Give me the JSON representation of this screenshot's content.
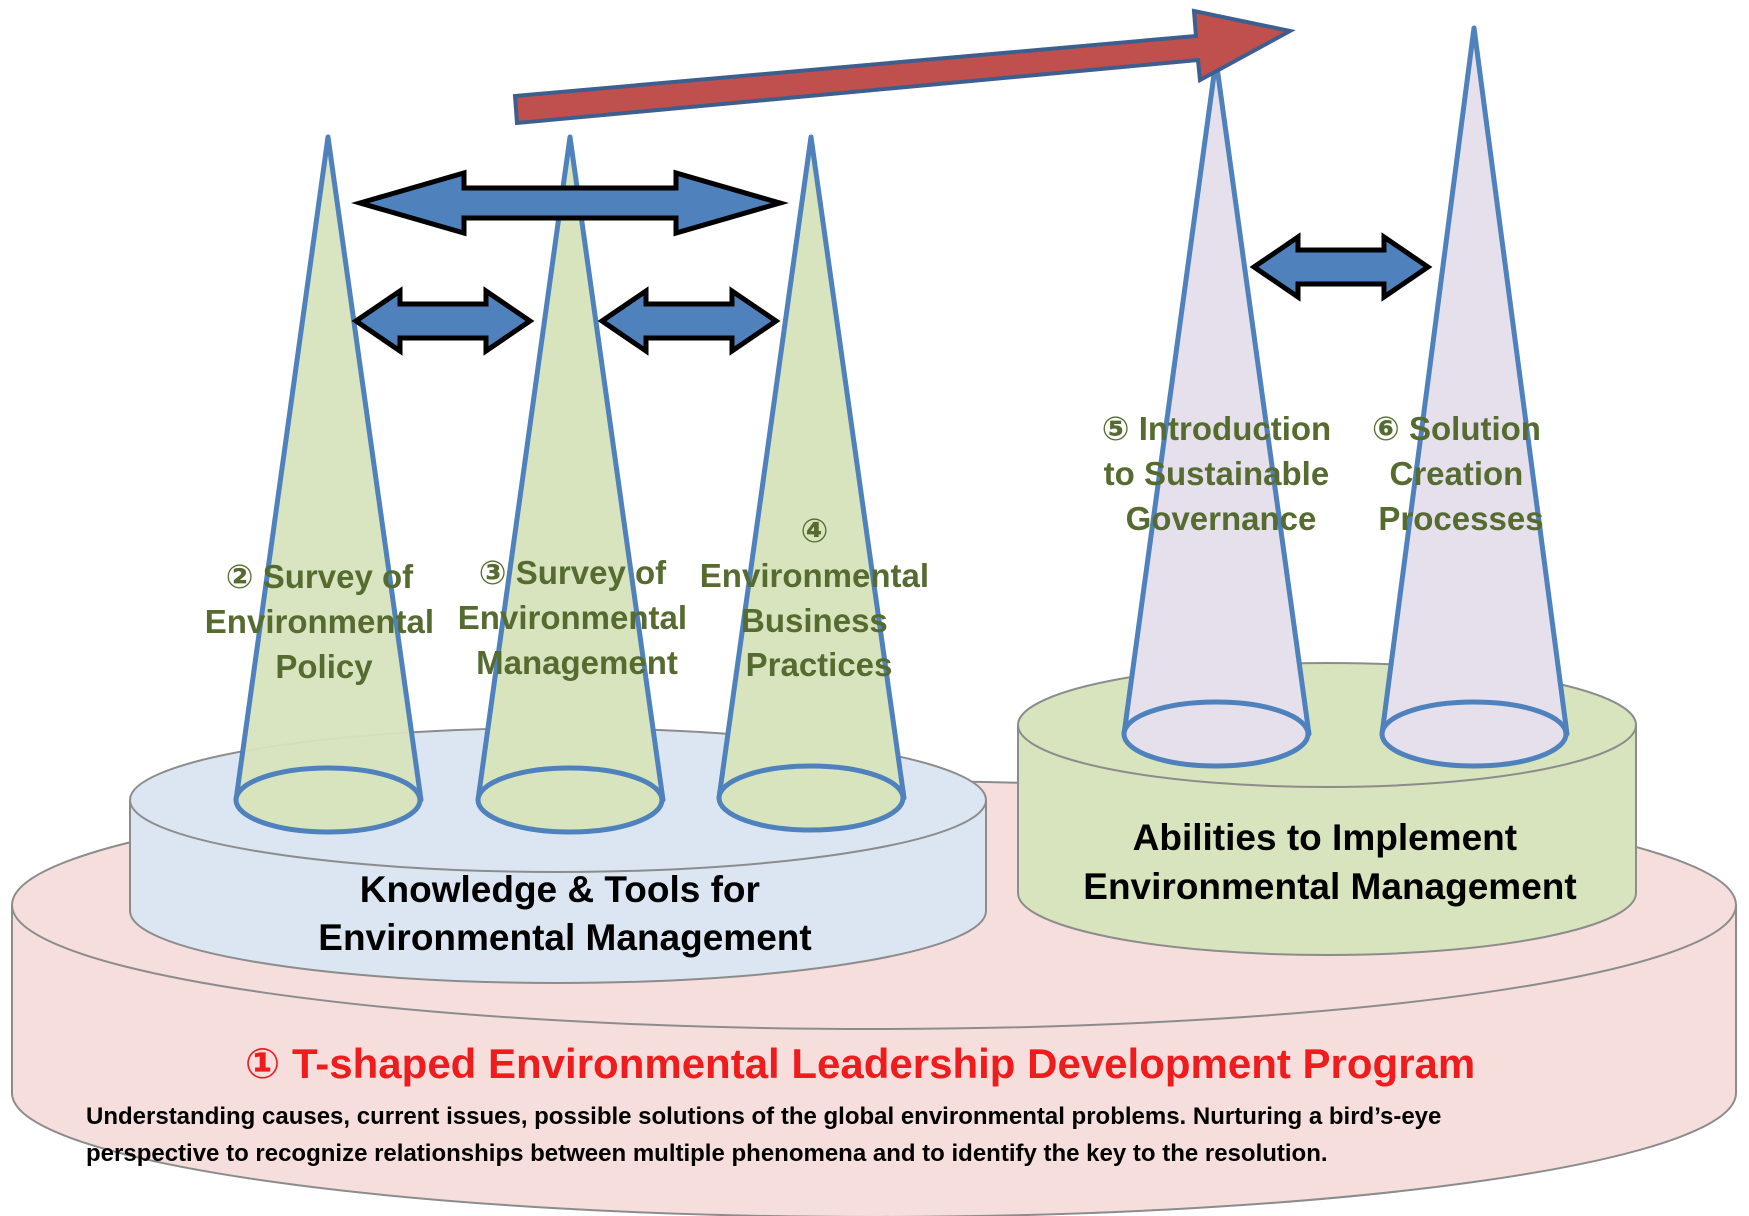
{
  "colors": {
    "base_fill": "#f6dedd",
    "base_stroke": "#8c8c8c",
    "knowledge_platform_fill": "#dce6f2",
    "abilities_platform_fill": "#d7e4bd",
    "green_cone_fill": "#d7e4bd",
    "purple_cone_fill": "#e5e0ec",
    "cone_stroke": "#4f81bd",
    "double_arrow_fill": "#4f81bd",
    "big_arrow_fill": "#c0504d",
    "cone_label_color": "#556b2f",
    "title_color": "#ee1c1c"
  },
  "cones": {
    "c2": {
      "lines": [
        "② Survey of",
        "Environmental",
        "Policy"
      ]
    },
    "c3": {
      "lines": [
        "③ Survey of",
        "Environmental",
        "Management"
      ]
    },
    "c4": {
      "lines": [
        "④",
        "Environmental",
        "Business",
        "Practices"
      ]
    },
    "c5": {
      "lines": [
        "⑤ Introduction",
        "to Sustainable",
        "Governance"
      ]
    },
    "c6": {
      "lines": [
        "⑥ Solution",
        "Creation",
        "Processes"
      ]
    }
  },
  "platforms": {
    "knowledge": {
      "lines": [
        "Knowledge & Tools for",
        "Environmental Management"
      ]
    },
    "abilities": {
      "lines": [
        "Abilities to Implement",
        "Environmental Management"
      ]
    }
  },
  "base": {
    "title": "① T-shaped Environmental Leadership Development Program",
    "description_lines": [
      "Understanding causes, current issues, possible solutions of the global environmental problems.  Nurturing a bird’s-eye",
      "perspective to recognize relationships between multiple phenomena and to identify the key to the resolution."
    ]
  }
}
